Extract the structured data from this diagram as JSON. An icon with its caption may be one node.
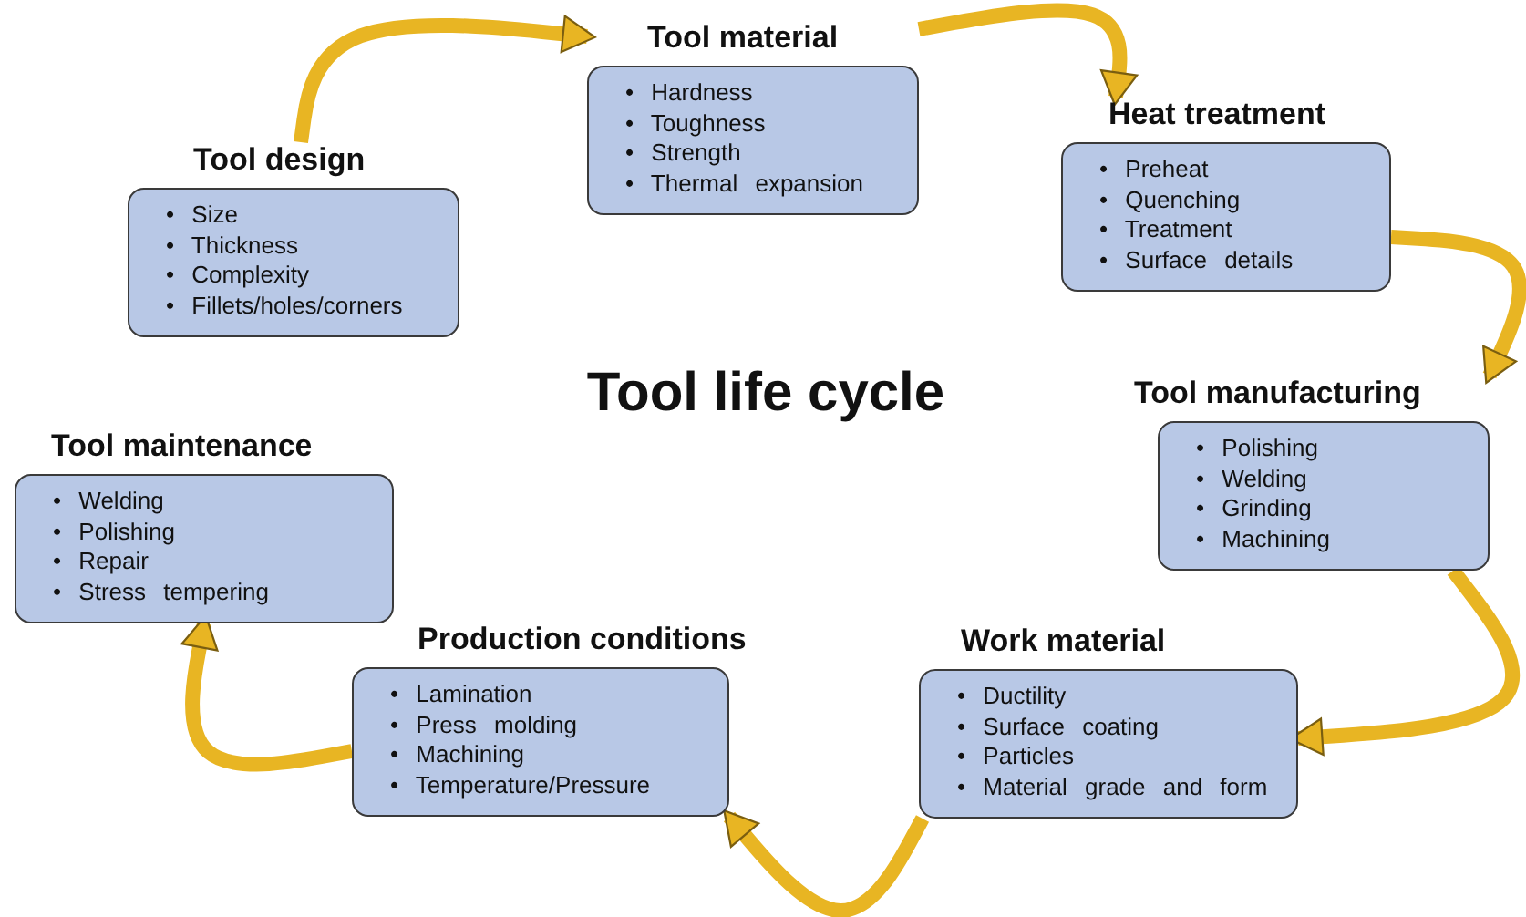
{
  "diagram": {
    "title": "Tool life cycle",
    "nodes": [
      {
        "text": [
          "Tool design",
          "• Size",
          "• Thickness",
          "• Complexity",
          "• Fillets/holes/corners"
        ]
      },
      {
        "text": [
          "Tool material",
          "• Hardness",
          "• Toughness",
          "• Strength",
          "• Thermal expansion"
        ]
      },
      {
        "text": [
          "Heat treatment",
          "• Preheat",
          "• Quenching",
          "• Treatment",
          "• Surface details"
        ]
      },
      {
        "text": [
          "Tool manufacturing",
          "• Polishing",
          "• Welding",
          "• Grinding",
          "• Machining"
        ]
      },
      {
        "text": [
          "Work material",
          "• Ductility",
          "• Surface coating",
          "• Particles",
          "• Material grade and form"
        ]
      },
      {
        "text": [
          "Production conditions",
          "• Lamination",
          "• Press molding",
          "• Machining",
          "• Temperature/Pressure"
        ]
      },
      {
        "text": [
          "Tool maintenance",
          "• Welding",
          "• Polishing",
          "• Repair",
          "• Stress tempering"
        ]
      }
    ],
    "edges": [
      {
        "from": 0,
        "to": 1,
        "arrow": "to"
      },
      {
        "from": 1,
        "to": 2,
        "arrow": "to"
      },
      {
        "from": 2,
        "to": 3,
        "arrow": "to"
      },
      {
        "from": 3,
        "to": 4,
        "arrow": "to"
      },
      {
        "from": 4,
        "to": 5,
        "arrow": "to"
      },
      {
        "from": 5,
        "to": 6,
        "arrow": "to"
      }
    ]
  }
}
